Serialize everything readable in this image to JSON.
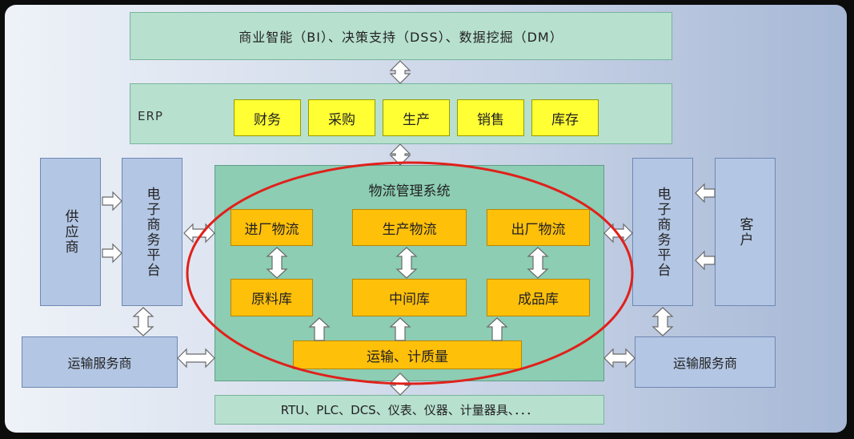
{
  "top_bar": "商业智能（BI）、决策支持（DSS）、数据挖掘（DM）",
  "erp": {
    "label": "ERP",
    "modules": [
      "财务",
      "采购",
      "生产",
      "销售",
      "库存"
    ]
  },
  "left": {
    "supplier": "供应商",
    "ecommerce": "电子商务平台",
    "transport": "运输服务商"
  },
  "right": {
    "ecommerce": "电子商务平台",
    "customer": "客户",
    "transport": "运输服务商"
  },
  "wms": {
    "title": "物流管理系统",
    "flows": [
      "进厂物流",
      "生产物流",
      "出厂物流"
    ],
    "stores": [
      "原料库",
      "中间库",
      "成品库"
    ],
    "transport": "运输、计质量"
  },
  "bottom_bar": "RTU、PLC、DCS、仪表、仪器、计量器具、．．．",
  "colors": {
    "green": "#b7e0cf",
    "blue": "#b3c6e4",
    "yellow": "#ffff33",
    "orange": "#ffc00a",
    "ellipse": "#e0201a"
  }
}
